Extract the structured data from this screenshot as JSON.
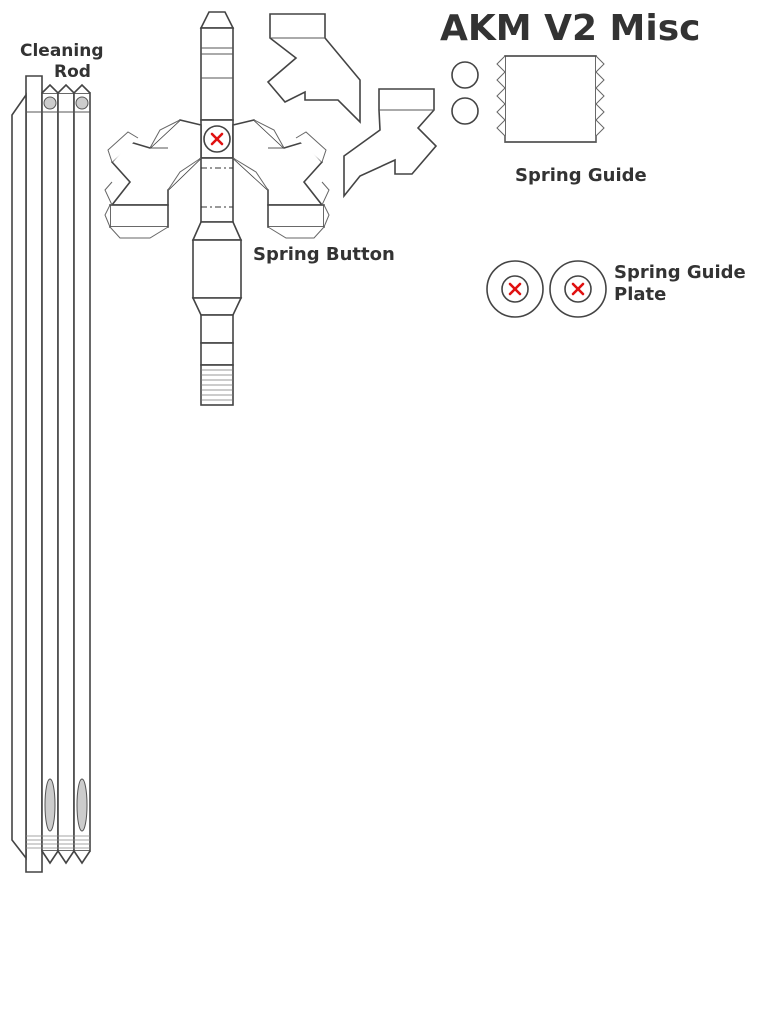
{
  "title": "AKM V2 Misc",
  "labels": {
    "cleaning_rod_line1": "Cleaning",
    "cleaning_rod_line2": "Rod",
    "spring_button": "Spring Button",
    "spring_guide": "Spring Guide",
    "spring_guide_plate_line1": "Spring Guide",
    "spring_guide_plate_line2": "Plate"
  },
  "colors": {
    "outline": "#444444",
    "cut_mark": "#e01010",
    "fill_hole": "#cccccc",
    "text": "#333333"
  }
}
